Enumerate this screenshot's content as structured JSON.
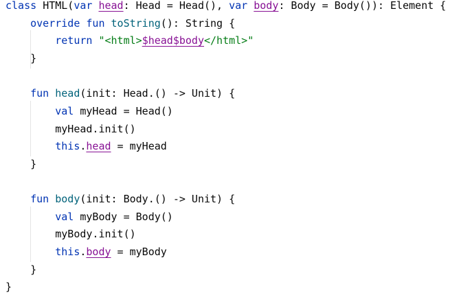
{
  "code": {
    "language": "kotlin",
    "lines": [
      [
        {
          "t": "kw",
          "v": "class "
        },
        {
          "t": "tx",
          "v": "HTML("
        },
        {
          "t": "kw",
          "v": "var "
        },
        {
          "t": "pm",
          "v": "head"
        },
        {
          "t": "tx",
          "v": ": Head = Head(), "
        },
        {
          "t": "kw",
          "v": "var "
        },
        {
          "t": "pm",
          "v": "body"
        },
        {
          "t": "tx",
          "v": ": Body = Body()): Element {"
        }
      ],
      [
        {
          "t": "tx",
          "v": "    "
        },
        {
          "t": "kw",
          "v": "override fun "
        },
        {
          "t": "fn",
          "v": "toString"
        },
        {
          "t": "tx",
          "v": "(): String {"
        }
      ],
      [
        {
          "t": "tx",
          "v": "        "
        },
        {
          "t": "kw",
          "v": "return "
        },
        {
          "t": "st",
          "v": "\"<html>"
        },
        {
          "t": "pm",
          "v": "$head"
        },
        {
          "t": "pm",
          "v": "$body"
        },
        {
          "t": "st",
          "v": "</html>\""
        }
      ],
      [
        {
          "t": "tx",
          "v": "    }"
        }
      ],
      [],
      [
        {
          "t": "tx",
          "v": "    "
        },
        {
          "t": "kw",
          "v": "fun "
        },
        {
          "t": "fn",
          "v": "head"
        },
        {
          "t": "tx",
          "v": "(init: Head.() -> Unit) {"
        }
      ],
      [
        {
          "t": "tx",
          "v": "        "
        },
        {
          "t": "kw",
          "v": "val "
        },
        {
          "t": "tx",
          "v": "myHead = Head()"
        }
      ],
      [
        {
          "t": "tx",
          "v": "        myHead.init()"
        }
      ],
      [
        {
          "t": "tx",
          "v": "        "
        },
        {
          "t": "kw",
          "v": "this"
        },
        {
          "t": "tx",
          "v": "."
        },
        {
          "t": "pm",
          "v": "head"
        },
        {
          "t": "tx",
          "v": " = myHead"
        }
      ],
      [
        {
          "t": "tx",
          "v": "    }"
        }
      ],
      [],
      [
        {
          "t": "tx",
          "v": "    "
        },
        {
          "t": "kw",
          "v": "fun "
        },
        {
          "t": "fn",
          "v": "body"
        },
        {
          "t": "tx",
          "v": "(init: Body.() -> Unit) {"
        }
      ],
      [
        {
          "t": "tx",
          "v": "        "
        },
        {
          "t": "kw",
          "v": "val "
        },
        {
          "t": "tx",
          "v": "myBody = Body()"
        }
      ],
      [
        {
          "t": "tx",
          "v": "        myBody.init()"
        }
      ],
      [
        {
          "t": "tx",
          "v": "        "
        },
        {
          "t": "kw",
          "v": "this"
        },
        {
          "t": "tx",
          "v": "."
        },
        {
          "t": "pm",
          "v": "body"
        },
        {
          "t": "tx",
          "v": " = myBody"
        }
      ],
      [
        {
          "t": "tx",
          "v": "    }"
        }
      ],
      [
        {
          "t": "tx",
          "v": "}"
        }
      ]
    ]
  },
  "colors": {
    "keyword": "#0033b3",
    "function": "#00627a",
    "property": "#871094",
    "string": "#067d17",
    "text": "#080808",
    "indent_guide": "#e4e4e4",
    "background": "#ffffff"
  }
}
